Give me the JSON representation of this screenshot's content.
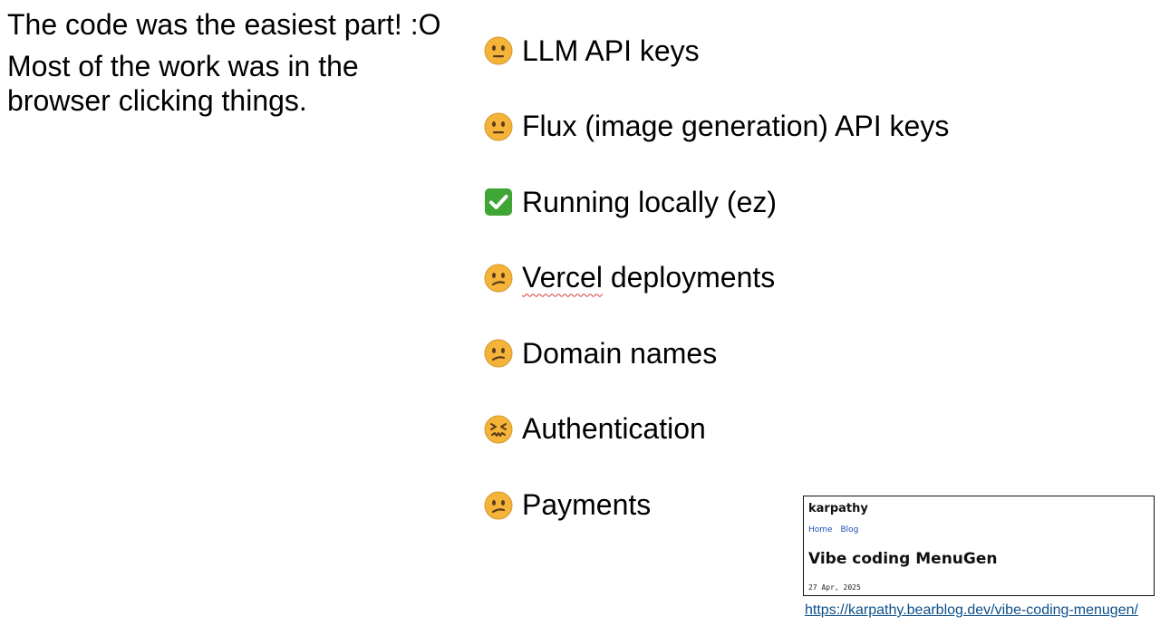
{
  "left": {
    "heading": "The code was the easiest part! :O",
    "body": "Most of the work was in the browser clicking things."
  },
  "checklist": {
    "items": [
      {
        "icon": "neutral-face-icon",
        "label": "LLM API keys"
      },
      {
        "icon": "neutral-face-icon",
        "label": "Flux (image generation) API keys"
      },
      {
        "icon": "check-mark-button-icon",
        "label": "Running locally (ez)"
      },
      {
        "icon": "confused-face-icon",
        "label": "Vercel deployments",
        "spellcheck_word": "Vercel",
        "rest": " deployments"
      },
      {
        "icon": "confused-face-icon",
        "label": "Domain names"
      },
      {
        "icon": "confounded-face-icon",
        "label": "Authentication"
      },
      {
        "icon": "confused-face-icon",
        "label": "Payments"
      }
    ]
  },
  "blog_card": {
    "site_name": "karpathy",
    "nav": [
      "Home",
      "Blog"
    ],
    "post_title": "Vibe coding MenuGen",
    "date": "27 Apr, 2025"
  },
  "source_link": {
    "text": "https://karpathy.bearblog.dev/vibe-coding-menugen/"
  },
  "colors": {
    "text": "#000000",
    "emoji_face": "#f4b43a",
    "check_green": "#3fa535",
    "link": "#0b4f8a",
    "nav_link": "#1a4fb4",
    "spellcheck_underline": "#d23b3b"
  }
}
